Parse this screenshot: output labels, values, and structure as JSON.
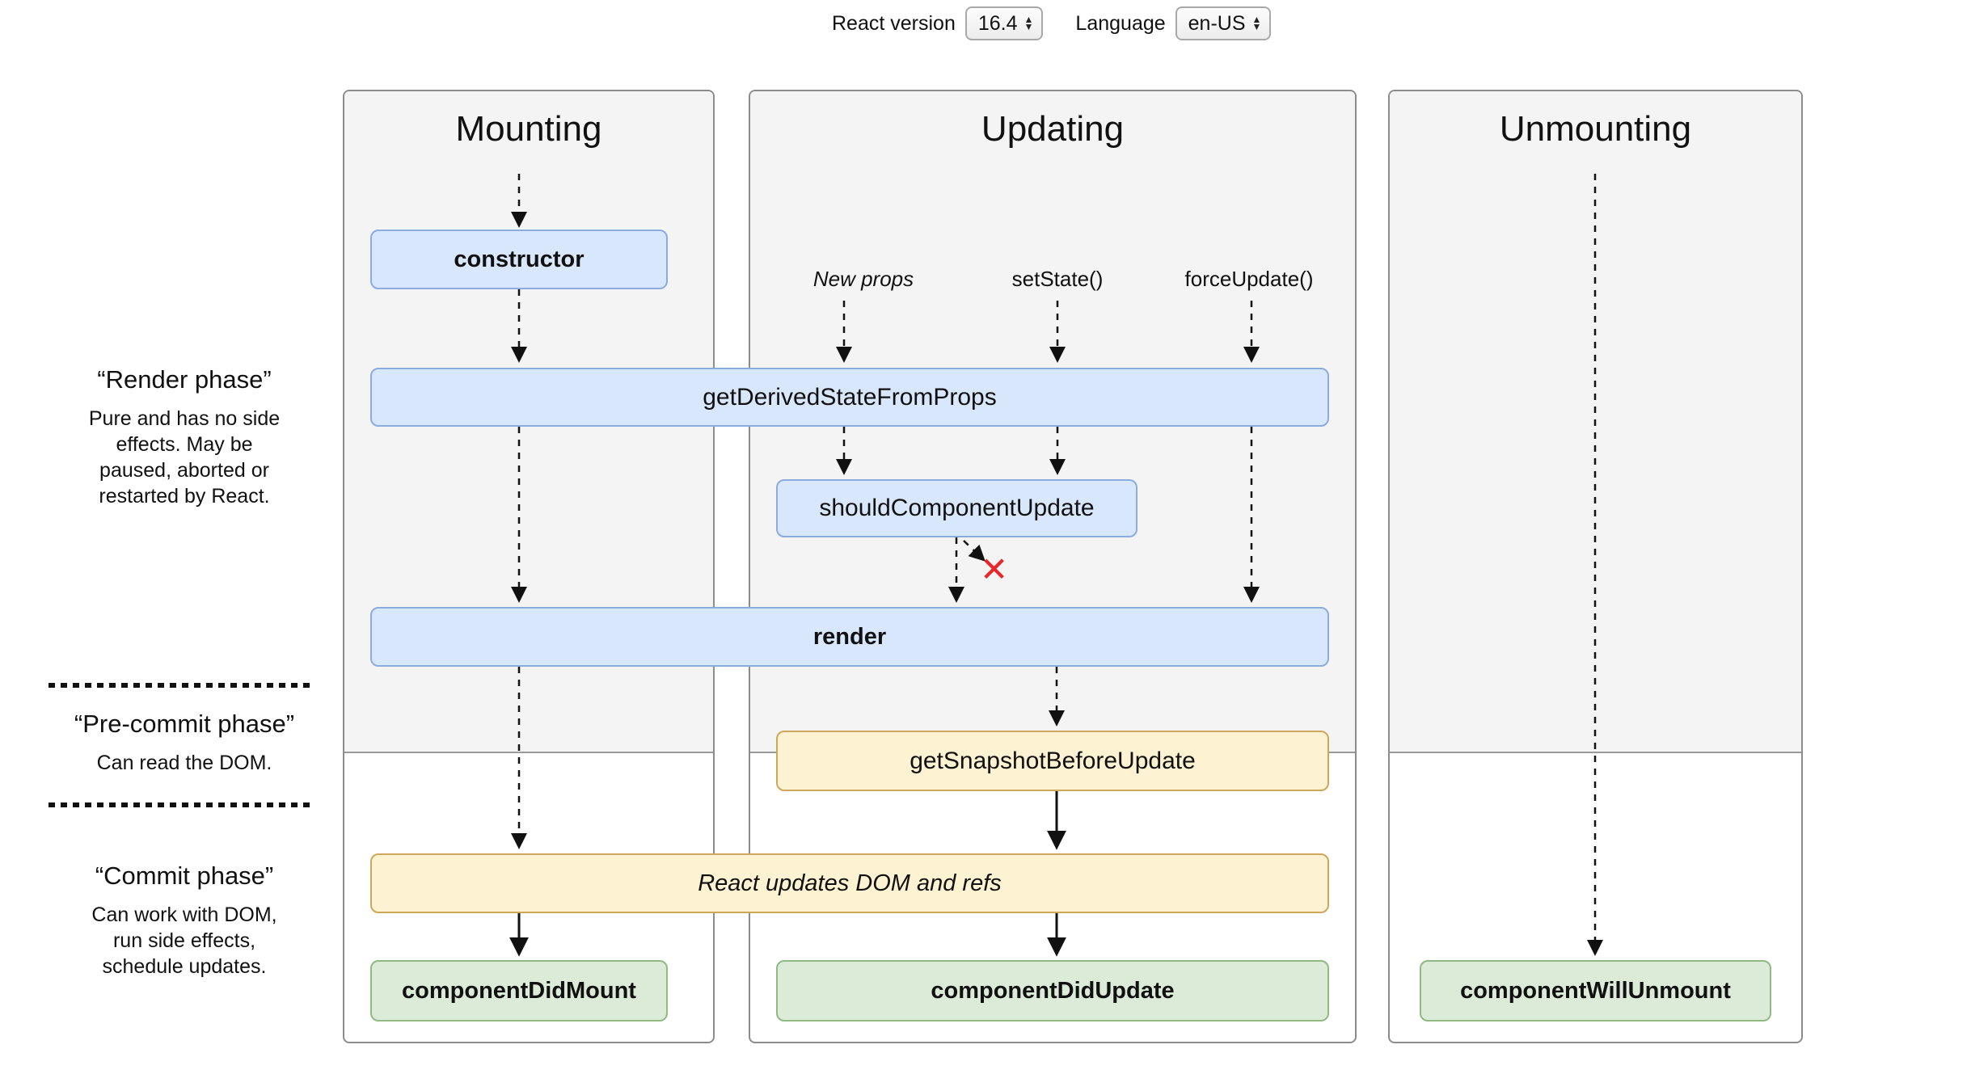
{
  "header_controls": {
    "react_version_label": "React version",
    "react_version_value": "16.4",
    "language_label": "Language",
    "language_value": "en-US",
    "select_arrow_up": "▲",
    "select_arrow_down": "▼"
  },
  "columns": {
    "mounting": "Mounting",
    "updating": "Updating",
    "unmounting": "Unmounting"
  },
  "phases": {
    "render": {
      "title": "“Render phase”",
      "description": "Pure and has no side\neffects. May be\npaused, aborted or\nrestarted by React."
    },
    "pre_commit": {
      "title": "“Pre-commit phase”",
      "description": "Can read the DOM."
    },
    "commit": {
      "title": "“Commit phase”",
      "description": "Can work with DOM,\nrun side effects,\nschedule updates."
    }
  },
  "triggers": {
    "new_props": "New props",
    "set_state": "setState()",
    "force_update": "forceUpdate()"
  },
  "methods": {
    "constructor": "constructor",
    "get_derived_state_from_props": "getDerivedStateFromProps",
    "should_component_update": "shouldComponentUpdate",
    "render": "render",
    "get_snapshot_before_update": "getSnapshotBeforeUpdate",
    "react_updates_dom": "React updates DOM and refs",
    "component_did_mount": "componentDidMount",
    "component_did_update": "componentDidUpdate",
    "component_will_unmount": "componentWillUnmount"
  },
  "icons": {
    "cancel_cross": "✕"
  },
  "colors": {
    "method_blue_bg": "#d8e7fb",
    "method_blue_border": "#8cabdf",
    "effect_yellow_bg": "#fdf3d2",
    "effect_yellow_border": "#cfa75c",
    "commit_green_bg": "#dcead8",
    "commit_green_border": "#90b983",
    "cancel_red": "#e8262b",
    "column_bg": "#f4f4f4",
    "column_border": "#8c8c8c"
  }
}
